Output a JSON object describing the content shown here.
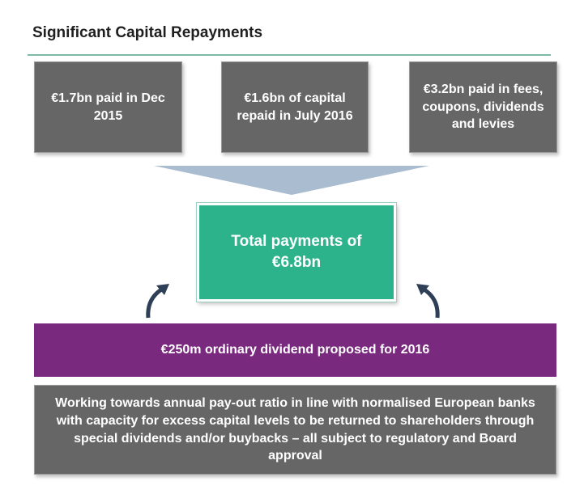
{
  "title": "Significant Capital Repayments",
  "boxes": {
    "b1": "€1.7bn paid in Dec 2015",
    "b2": "€1.6bn of capital repaid in July 2016",
    "b3": "€3.2bn paid in fees, coupons, dividends and levies"
  },
  "total": "Total payments of €6.8bn",
  "dividend": "€250m ordinary dividend proposed for 2016",
  "note": "Working towards annual pay-out ratio in line with normalised European banks with capacity for excess capital levels to be returned to shareholders through special dividends and/or buybacks – all subject to regulatory and Board approval",
  "colors": {
    "grey_box": "#666666",
    "total_box": "#2db38c",
    "dividend_box": "#7a2a7e",
    "funnel": "#a9bcd0",
    "arrow": "#2f3f55"
  }
}
